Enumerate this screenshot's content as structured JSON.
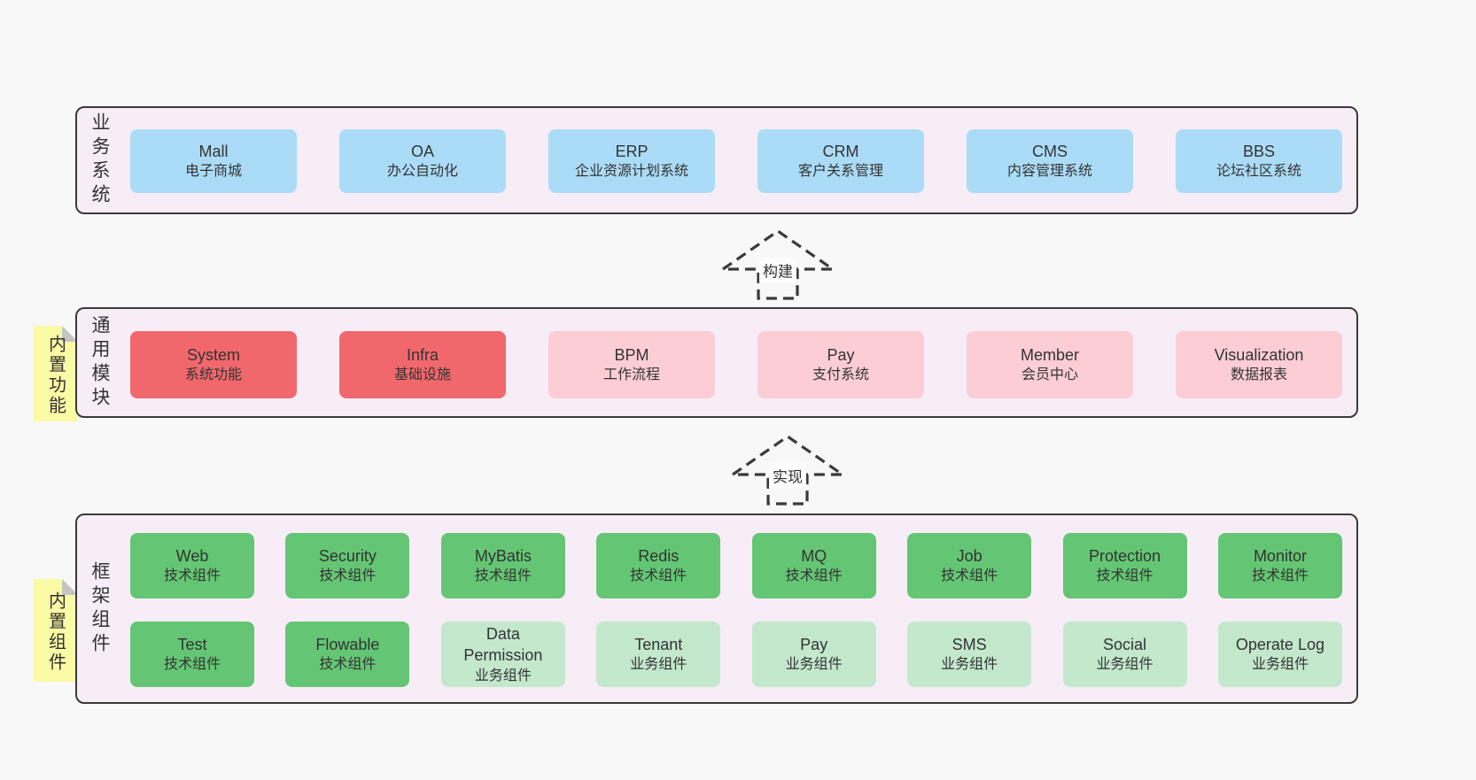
{
  "colors": {
    "page_background": "#f8f8f8",
    "band_fill": "#f7edf7",
    "band_border": "#3a3a3a",
    "blue_box": "#abdcf7",
    "red_box": "#f1686c",
    "pink_box": "#fccdd4",
    "green_box": "#64c674",
    "light_green_box": "#c3e8cc",
    "sticky_note": "#fbfaa5",
    "sticky_fold": "#c4c4c4",
    "text": "#333333"
  },
  "arrows": [
    {
      "label": "构建"
    },
    {
      "label": "实现"
    }
  ],
  "bands": [
    {
      "label": "业务系统",
      "sticky": null,
      "rows": [
        [
          {
            "title": "Mall",
            "subtitle": "电子商城",
            "variant": "blue"
          },
          {
            "title": "OA",
            "subtitle": "办公自动化",
            "variant": "blue"
          },
          {
            "title": "ERP",
            "subtitle": "企业资源计划系统",
            "variant": "blue"
          },
          {
            "title": "CRM",
            "subtitle": "客户关系管理",
            "variant": "blue"
          },
          {
            "title": "CMS",
            "subtitle": "内容管理系统",
            "variant": "blue"
          },
          {
            "title": "BBS",
            "subtitle": "论坛社区系统",
            "variant": "blue"
          }
        ]
      ]
    },
    {
      "label": "通用模块",
      "sticky": "内置功能",
      "rows": [
        [
          {
            "title": "System",
            "subtitle": "系统功能",
            "variant": "red"
          },
          {
            "title": "Infra",
            "subtitle": "基础设施",
            "variant": "red"
          },
          {
            "title": "BPM",
            "subtitle": "工作流程",
            "variant": "pink"
          },
          {
            "title": "Pay",
            "subtitle": "支付系统",
            "variant": "pink"
          },
          {
            "title": "Member",
            "subtitle": "会员中心",
            "variant": "pink"
          },
          {
            "title": "Visualization",
            "subtitle": "数据报表",
            "variant": "pink"
          }
        ]
      ]
    },
    {
      "label": "框架组件",
      "sticky": "内置组件",
      "rows": [
        [
          {
            "title": "Web",
            "subtitle": "技术组件",
            "variant": "green"
          },
          {
            "title": "Security",
            "subtitle": "技术组件",
            "variant": "green"
          },
          {
            "title": "MyBatis",
            "subtitle": "技术组件",
            "variant": "green"
          },
          {
            "title": "Redis",
            "subtitle": "技术组件",
            "variant": "green"
          },
          {
            "title": "MQ",
            "subtitle": "技术组件",
            "variant": "green"
          },
          {
            "title": "Job",
            "subtitle": "技术组件",
            "variant": "green"
          },
          {
            "title": "Protection",
            "subtitle": "技术组件",
            "variant": "green"
          },
          {
            "title": "Monitor",
            "subtitle": "技术组件",
            "variant": "green"
          }
        ],
        [
          {
            "title": "Test",
            "subtitle": "技术组件",
            "variant": "green"
          },
          {
            "title": "Flowable",
            "subtitle": "技术组件",
            "variant": "green"
          },
          {
            "title": "Data Permission",
            "subtitle": "业务组件",
            "variant": "lightgreen"
          },
          {
            "title": "Tenant",
            "subtitle": "业务组件",
            "variant": "lightgreen"
          },
          {
            "title": "Pay",
            "subtitle": "业务组件",
            "variant": "lightgreen"
          },
          {
            "title": "SMS",
            "subtitle": "业务组件",
            "variant": "lightgreen"
          },
          {
            "title": "Social",
            "subtitle": "业务组件",
            "variant": "lightgreen"
          },
          {
            "title": "Operate Log",
            "subtitle": "业务组件",
            "variant": "lightgreen"
          }
        ]
      ]
    }
  ]
}
